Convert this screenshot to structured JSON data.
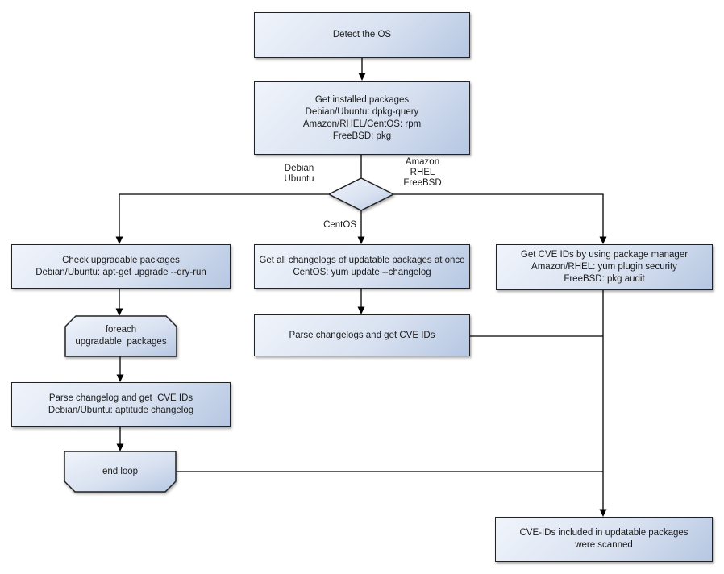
{
  "colors": {
    "node_fill_light": "#f0f4fb",
    "node_fill_mid": "#d9e2f1",
    "node_fill_dark": "#b6c7e2",
    "node_border": "#222222",
    "connector": "#000000",
    "text": "#1b1b1b"
  },
  "nodes": {
    "detect_os": "Detect the OS",
    "get_installed_packages": "Get installed packages\nDebian/Ubuntu: dpkg-query\nAmazon/RHEL/CentOS: rpm\nFreeBSD: pkg",
    "check_upgradable_packages": "Check upgradable packages\nDebian/Ubuntu: apt-get upgrade --dry-run",
    "get_all_changelogs": "Get all changelogs of updatable packages at once\nCentOS: yum update --changelog",
    "get_cve_ids_package_manager": "Get CVE IDs by using package manager\nAmazon/RHEL: yum plugin security\nFreeBSD: pkg audit",
    "foreach_loop_start": "foreach\nupgradable  packages",
    "parse_changelog_single": "Parse changelog and get  CVE IDs\nDebian/Ubuntu: aptitude changelog",
    "parse_changelogs_all": "Parse changelogs and get CVE IDs",
    "end_loop": "end loop",
    "result_scanned": "CVE-IDs included in updatable packages\nwere scanned"
  },
  "edge_labels": {
    "left_branch": "Debian\nUbuntu",
    "right_branch": "Amazon\nRHEL\nFreeBSD",
    "down_branch": "CentOS"
  }
}
